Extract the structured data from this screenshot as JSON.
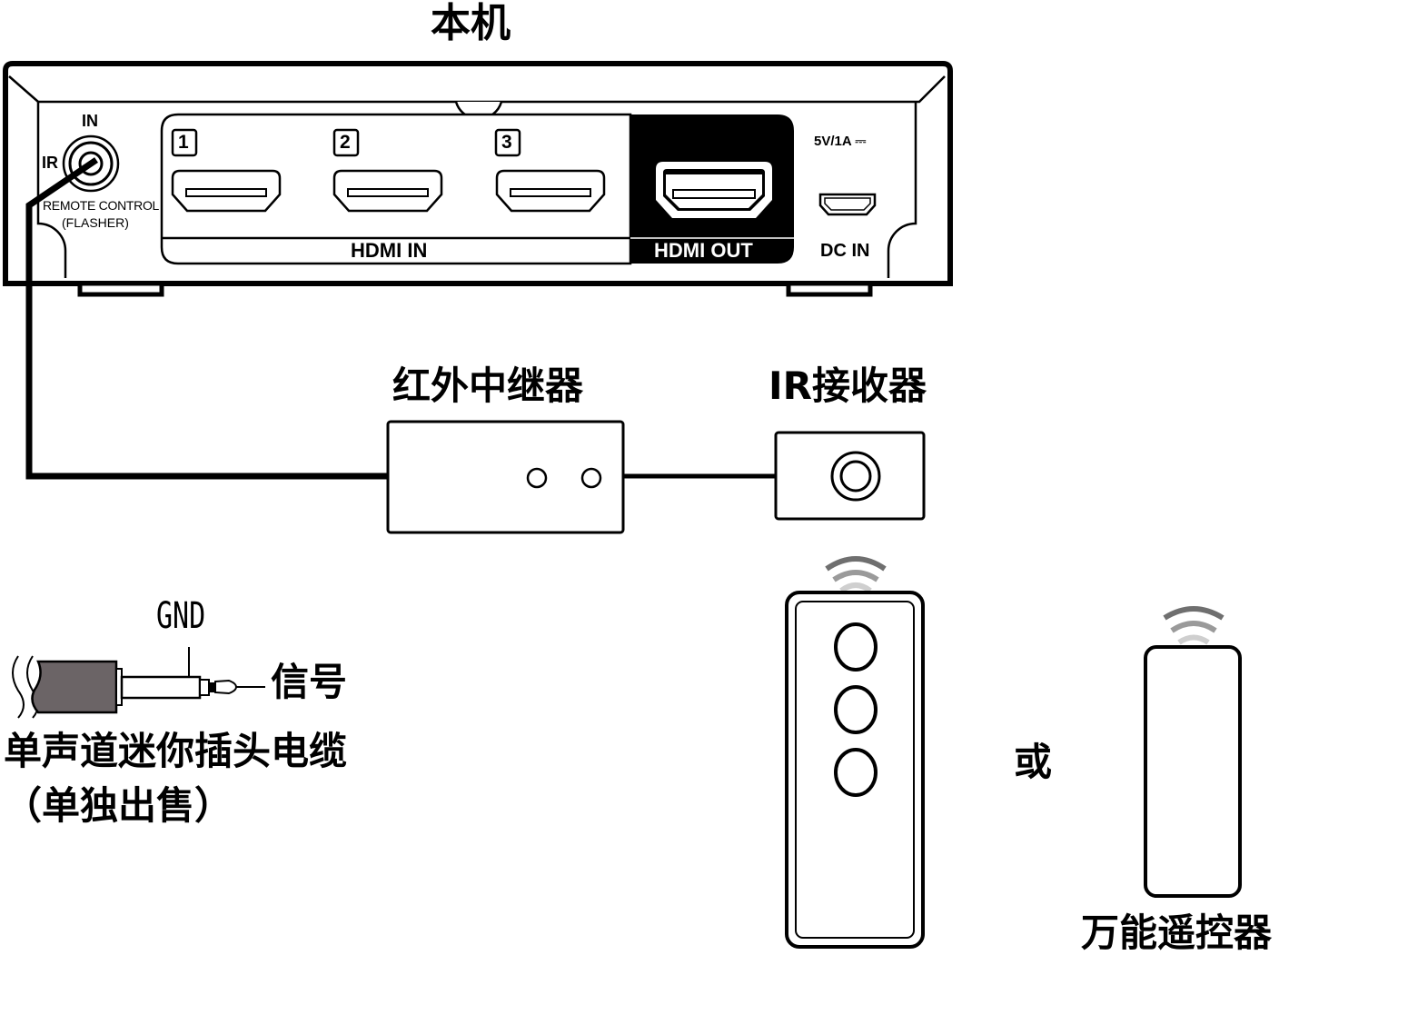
{
  "title": "本机",
  "device": {
    "ir_port": {
      "label_in": "IN",
      "label_ir": "IR",
      "label_remote": "REMOTE CONTROL",
      "label_flasher": "(FLASHER)"
    },
    "hdmi_in": {
      "group_label": "HDMI IN",
      "ports": [
        "1",
        "2",
        "3"
      ]
    },
    "hdmi_out": {
      "label": "HDMI OUT"
    },
    "dc_in": {
      "rating": "5V/1A",
      "rating_symbol": "⎓",
      "label": "DC IN"
    }
  },
  "ir_repeater": {
    "label": "红外中继器"
  },
  "ir_receiver": {
    "label": "IR接收器"
  },
  "cable": {
    "gnd_label": "GND",
    "signal_label": "信号",
    "name": "单声道迷你插头电缆",
    "note": "（单独出售）"
  },
  "remotes": {
    "or_label": "或",
    "universal_label": "万能遥控器"
  },
  "colors": {
    "line": "#000000",
    "plug_body": "#6b6466",
    "wave_dark": "#6f6f6f",
    "wave_mid": "#9a9a9a",
    "wave_light": "#cfcfcf"
  }
}
